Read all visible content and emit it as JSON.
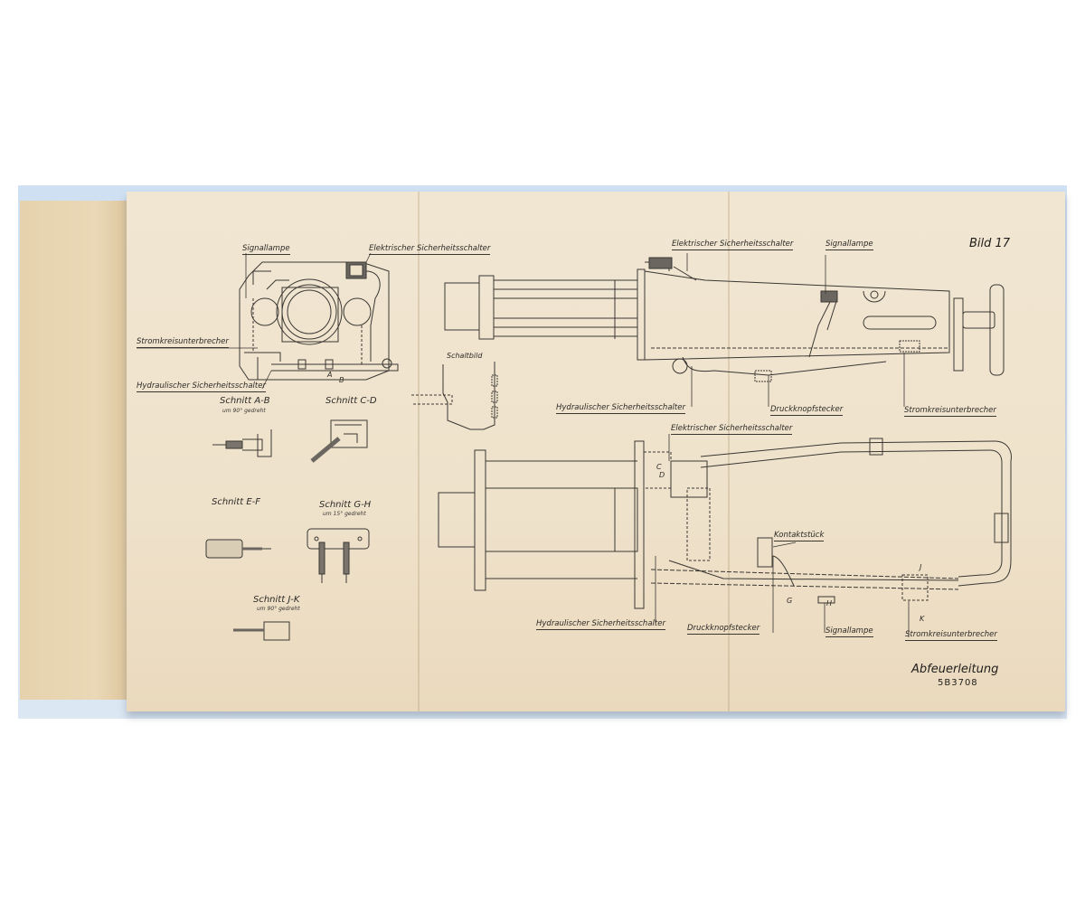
{
  "document": {
    "figure_number": "Bild 17",
    "title": "Abfeuerleitung",
    "drawing_number": "5B3708",
    "colors": {
      "paper": "#efe2cb",
      "ink": "#2c2a27",
      "background": "#ffffff",
      "backdrop": "#d6e4f2"
    }
  },
  "front_view": {
    "labels": {
      "signallampe": "Signallampe",
      "elektrischer": "Elektrischer Sicherheitsschalter",
      "stromkreis": "Stromkreisunterbrecher",
      "hydraulischer": "Hydraulischer Sicherheitsschalter"
    },
    "markers": {
      "a": "A",
      "b": "B"
    }
  },
  "sections": [
    {
      "title": "Schnitt A-B",
      "note": "um 90° gedreht"
    },
    {
      "title": "Schnitt C-D",
      "note": ""
    },
    {
      "title": "Schnitt E-F",
      "note": ""
    },
    {
      "title": "Schnitt G-H",
      "note": "um 15° gedreht"
    },
    {
      "title": "Schnitt J-K",
      "note": "um 90° gedreht"
    }
  ],
  "schaltbild": {
    "title": "Schaltbild"
  },
  "side_view": {
    "labels": {
      "elektrischer": "Elektrischer Sicherheitsschalter",
      "signallampe": "Signallampe",
      "hydraulischer": "Hydraulischer Sicherheitsschalter",
      "druckknopf": "Druckknopfstecker",
      "stromkreis": "Stromkreisunterbrecher"
    }
  },
  "top_view": {
    "labels": {
      "elektrischer": "Elektrischer Sicherheitsschalter",
      "kontaktstueck": "Kontaktstück",
      "hydraulischer": "Hydraulischer Sicherheitsschalter",
      "druckknopf": "Druckknopfstecker",
      "signallampe": "Signallampe",
      "stromkreis": "Stromkreisunterbrecher"
    },
    "markers": {
      "c": "C",
      "d": "D",
      "g": "G",
      "h": "H",
      "j": "J",
      "k": "K"
    }
  }
}
